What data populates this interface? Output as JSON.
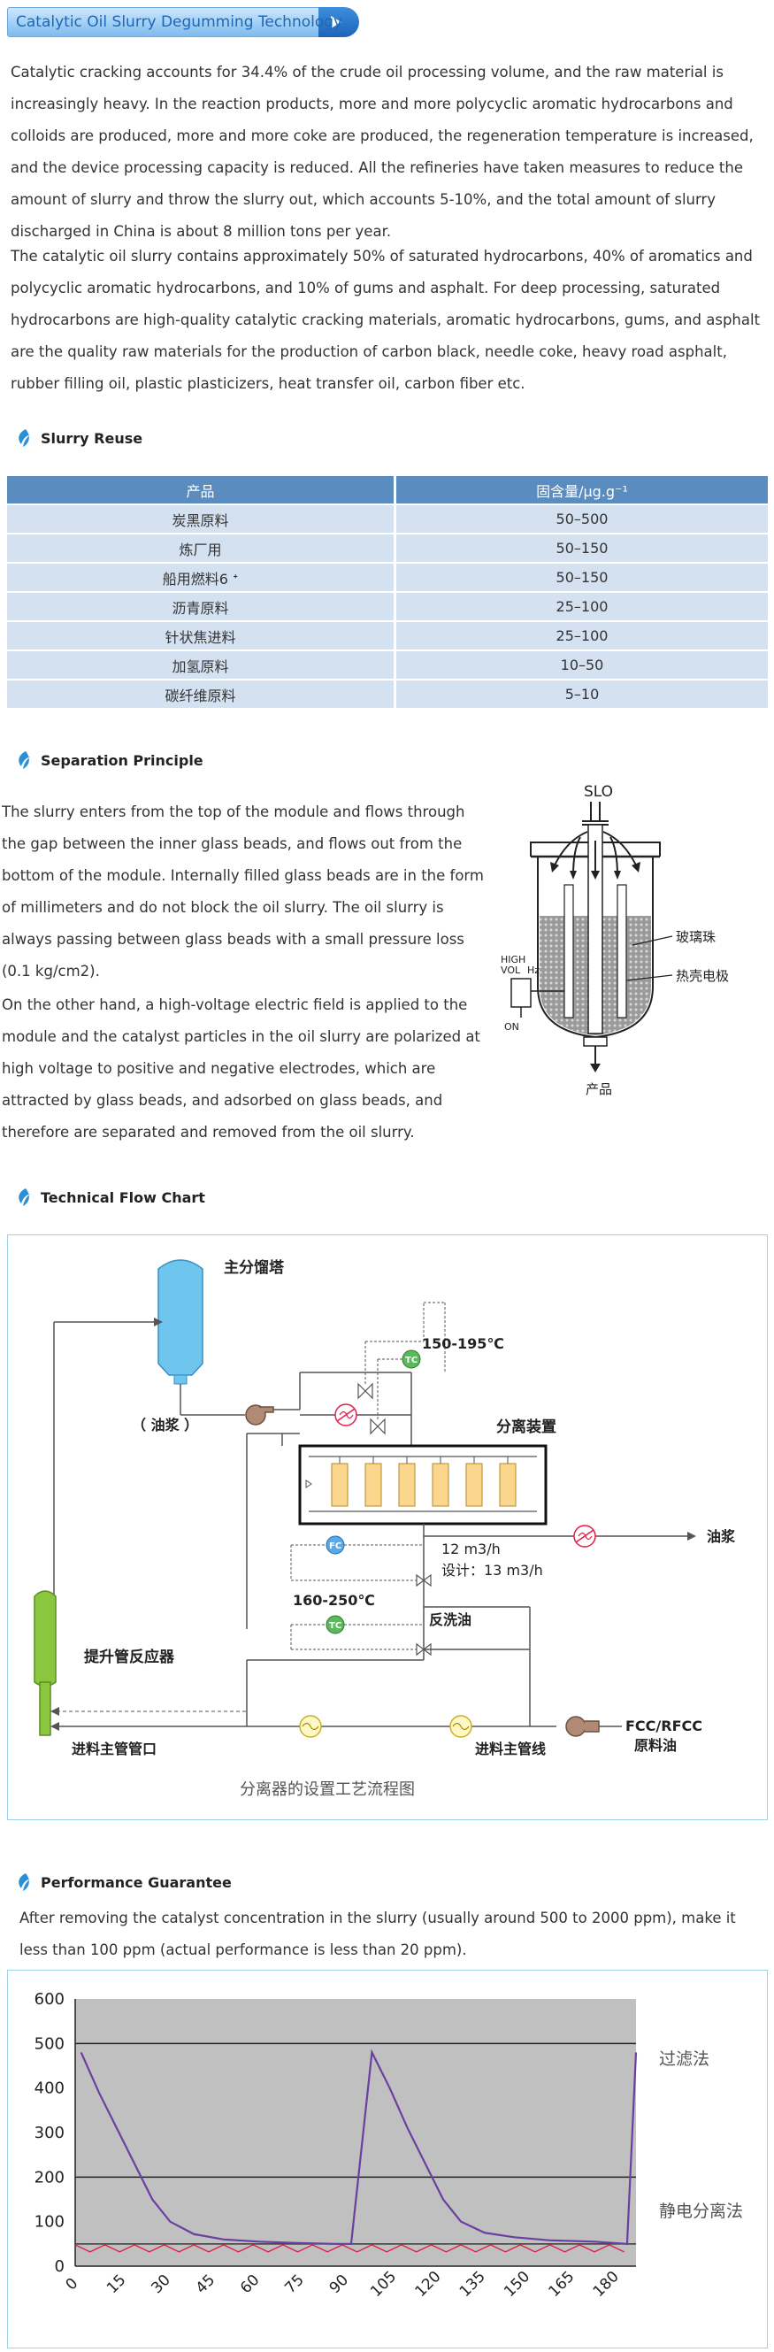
{
  "header": {
    "title": "Catalytic Oil Slurry Degumming Technology"
  },
  "intro": {
    "p1": "Catalytic cracking accounts for 34.4% of the crude oil processing volume, and the raw material is increasingly heavy. In the reaction products, more and more polycyclic aromatic hydrocarbons and colloids are produced, more and more coke are produced, the regeneration temperature is increased, and the device processing capacity is reduced. All the refineries have taken measures to reduce the amount of slurry and throw the slurry out, which accounts 5-10%, and the total amount of slurry discharged in China is about 8 million tons per year.",
    "p2": "The catalytic oil slurry contains approximately 50% of saturated hydrocarbons, 40% of aromatics and polycyclic aromatic hydrocarbons, and 10% of gums and asphalt. For deep processing, saturated hydrocarbons are high-quality catalytic cracking materials, aromatic hydrocarbons, gums, and asphalt are the quality raw materials for the production of carbon black, needle coke, heavy road asphalt, rubber filling oil, plastic plasticizers, heat transfer oil, carbon fiber etc."
  },
  "reuse": {
    "heading": "Slurry Reuse",
    "columns": [
      "产品",
      "固含量/μg.g⁻¹"
    ],
    "rows": [
      [
        "炭黑原料",
        "50–500"
      ],
      [
        "炼厂用",
        "50–150"
      ],
      [
        "船用燃料6 ᐩ",
        "50–150"
      ],
      [
        "沥青原料",
        "25–100"
      ],
      [
        "针状焦进料",
        "25–100"
      ],
      [
        "加氢原料",
        "10–50"
      ],
      [
        "碳纤维原料",
        "5–10"
      ]
    ]
  },
  "separation": {
    "heading": "Separation Principle",
    "p1": "The slurry enters from the top of the module and flows through the gap between the inner glass beads, and flows out from the bottom of the module. Internally filled glass beads are in the form of millimeters and do not block the oil slurry. The oil slurry is always passing between glass beads with a small pressure loss (0.1 kg/cm2).",
    "p2": "On the other hand, a high-voltage electric field is applied to the module and the catalyst particles in the oil slurry are polarized at high voltage to positive and negative electrodes, which are attracted by glass beads, and adsorbed on glass beads, and therefore are separated and removed from the oil slurry.",
    "diagram": {
      "slo": "SLO",
      "high": "HIGH",
      "vol": "VOL",
      "hz": "Hz",
      "on": "ON",
      "beads": "玻璃珠",
      "electrode": "热壳电极",
      "product": "产品"
    }
  },
  "flow": {
    "heading": "Technical Flow Chart",
    "labels": {
      "tower": "主分馏塔",
      "slurry_left": "（ 油浆 ）",
      "temp1": "150-195℃",
      "tc": "TC",
      "fc": "FC",
      "separator": "分离装置",
      "slurry_right": "油浆",
      "flow1": "12 m3/h",
      "flow2": "设计：13 m3/h",
      "temp2": "160-250℃",
      "backwash": "反洗油",
      "riser": "提升管反应器",
      "feed_left": "进料主管管口",
      "feed_right": "进料主管线",
      "fcc1": "FCC/RFCC",
      "fcc2": "原料油"
    },
    "caption": "分离器的设置工艺流程图"
  },
  "performance": {
    "heading": "Performance Guarantee",
    "text": "After removing the catalyst concentration in the slurry (usually around 500 to 2000 ppm), make it less than 100 ppm (actual performance is less than 20 ppm)."
  },
  "chart_data": {
    "type": "line",
    "title": "",
    "xlabel": "",
    "ylabel": "",
    "xlim": [
      0,
      189
    ],
    "ylim": [
      0,
      600
    ],
    "xticks": [
      0,
      15,
      30,
      45,
      60,
      75,
      90,
      105,
      120,
      135,
      150,
      165,
      180
    ],
    "yticks": [
      0,
      100,
      200,
      300,
      400,
      500,
      600
    ],
    "reference_lines": [
      500,
      200,
      50
    ],
    "background": "#c0c0c0",
    "grid": false,
    "annotations": [
      "过滤法",
      "静电分离法"
    ],
    "series": [
      {
        "color": "#6a3fa0",
        "x": [
          2,
          8,
          14,
          20,
          26,
          32,
          40,
          50,
          62,
          75,
          88,
          93,
          100,
          106,
          112,
          118,
          124,
          130,
          138,
          148,
          160,
          175,
          186,
          192
        ],
        "y": [
          480,
          390,
          310,
          230,
          150,
          100,
          72,
          60,
          55,
          52,
          50,
          50,
          480,
          400,
          310,
          230,
          150,
          100,
          75,
          65,
          58,
          55,
          50,
          480
        ]
      },
      {
        "color": "#e0204a",
        "zigzag_center": 40,
        "zigzag_amplitude": 8,
        "zigzag_period": 10
      }
    ]
  },
  "colors": {
    "title_text": "#1f66b5",
    "table_header": "#5b8cc0",
    "table_row": "#d4e1f1",
    "frame_border": "#9fd1ea",
    "tower": "#6ec6ee",
    "riser": "#8bc63f",
    "filter": "#fbd68d",
    "tc": "#5cb85c",
    "fc": "#5aa9e6"
  }
}
